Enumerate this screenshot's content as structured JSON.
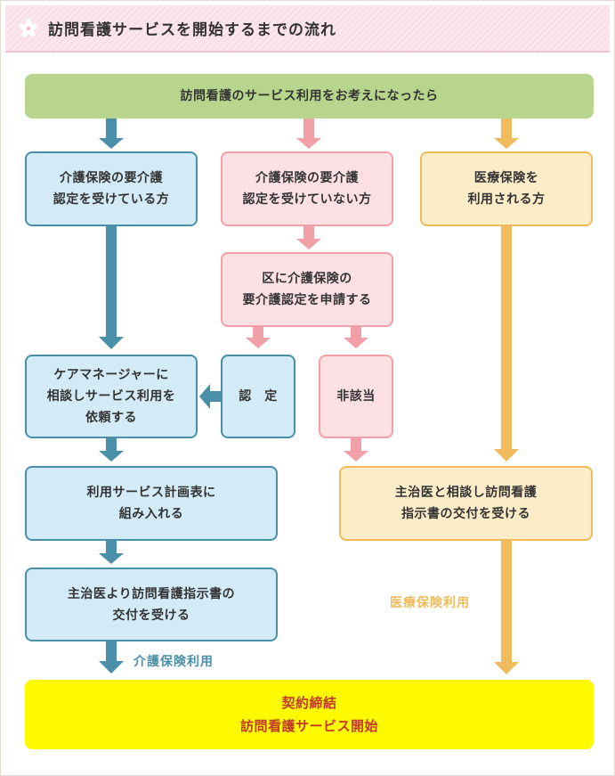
{
  "header": {
    "title": "訪問看護サービスを開始するまでの流れ"
  },
  "flow": {
    "top": "訪問看護のサービス利用をお考えになったら",
    "certified": "介護保険の要介護\n認定を受けている方",
    "not_certified": "介護保険の要介護\n認定を受けていない方",
    "medical": "医療保険を\n利用される方",
    "apply": "区に介護保険の\n要介護認定を申請する",
    "approved": "認　定",
    "not_applicable": "非該当",
    "consult_cm": "ケアマネージャーに\n相談しサービス利用を\n依頼する",
    "care_plan": "利用サービス計画表に\n組み入れる",
    "instruction_care": "主治医より訪問看護指示書の\n交付を受ける",
    "instruction_medical": "主治医と相談し訪問看護\n指示書の交付を受ける",
    "label_care": "介護保険利用",
    "label_medical": "医療保険利用",
    "final": "契約締結\n訪問看護サービス開始"
  },
  "colors": {
    "blue": "#4a8fa8",
    "pink": "#f2a0a8",
    "orange": "#efbb5c",
    "green": "#b7d58c",
    "final_bg": "#fffa00",
    "final_text": "#c0392b"
  }
}
